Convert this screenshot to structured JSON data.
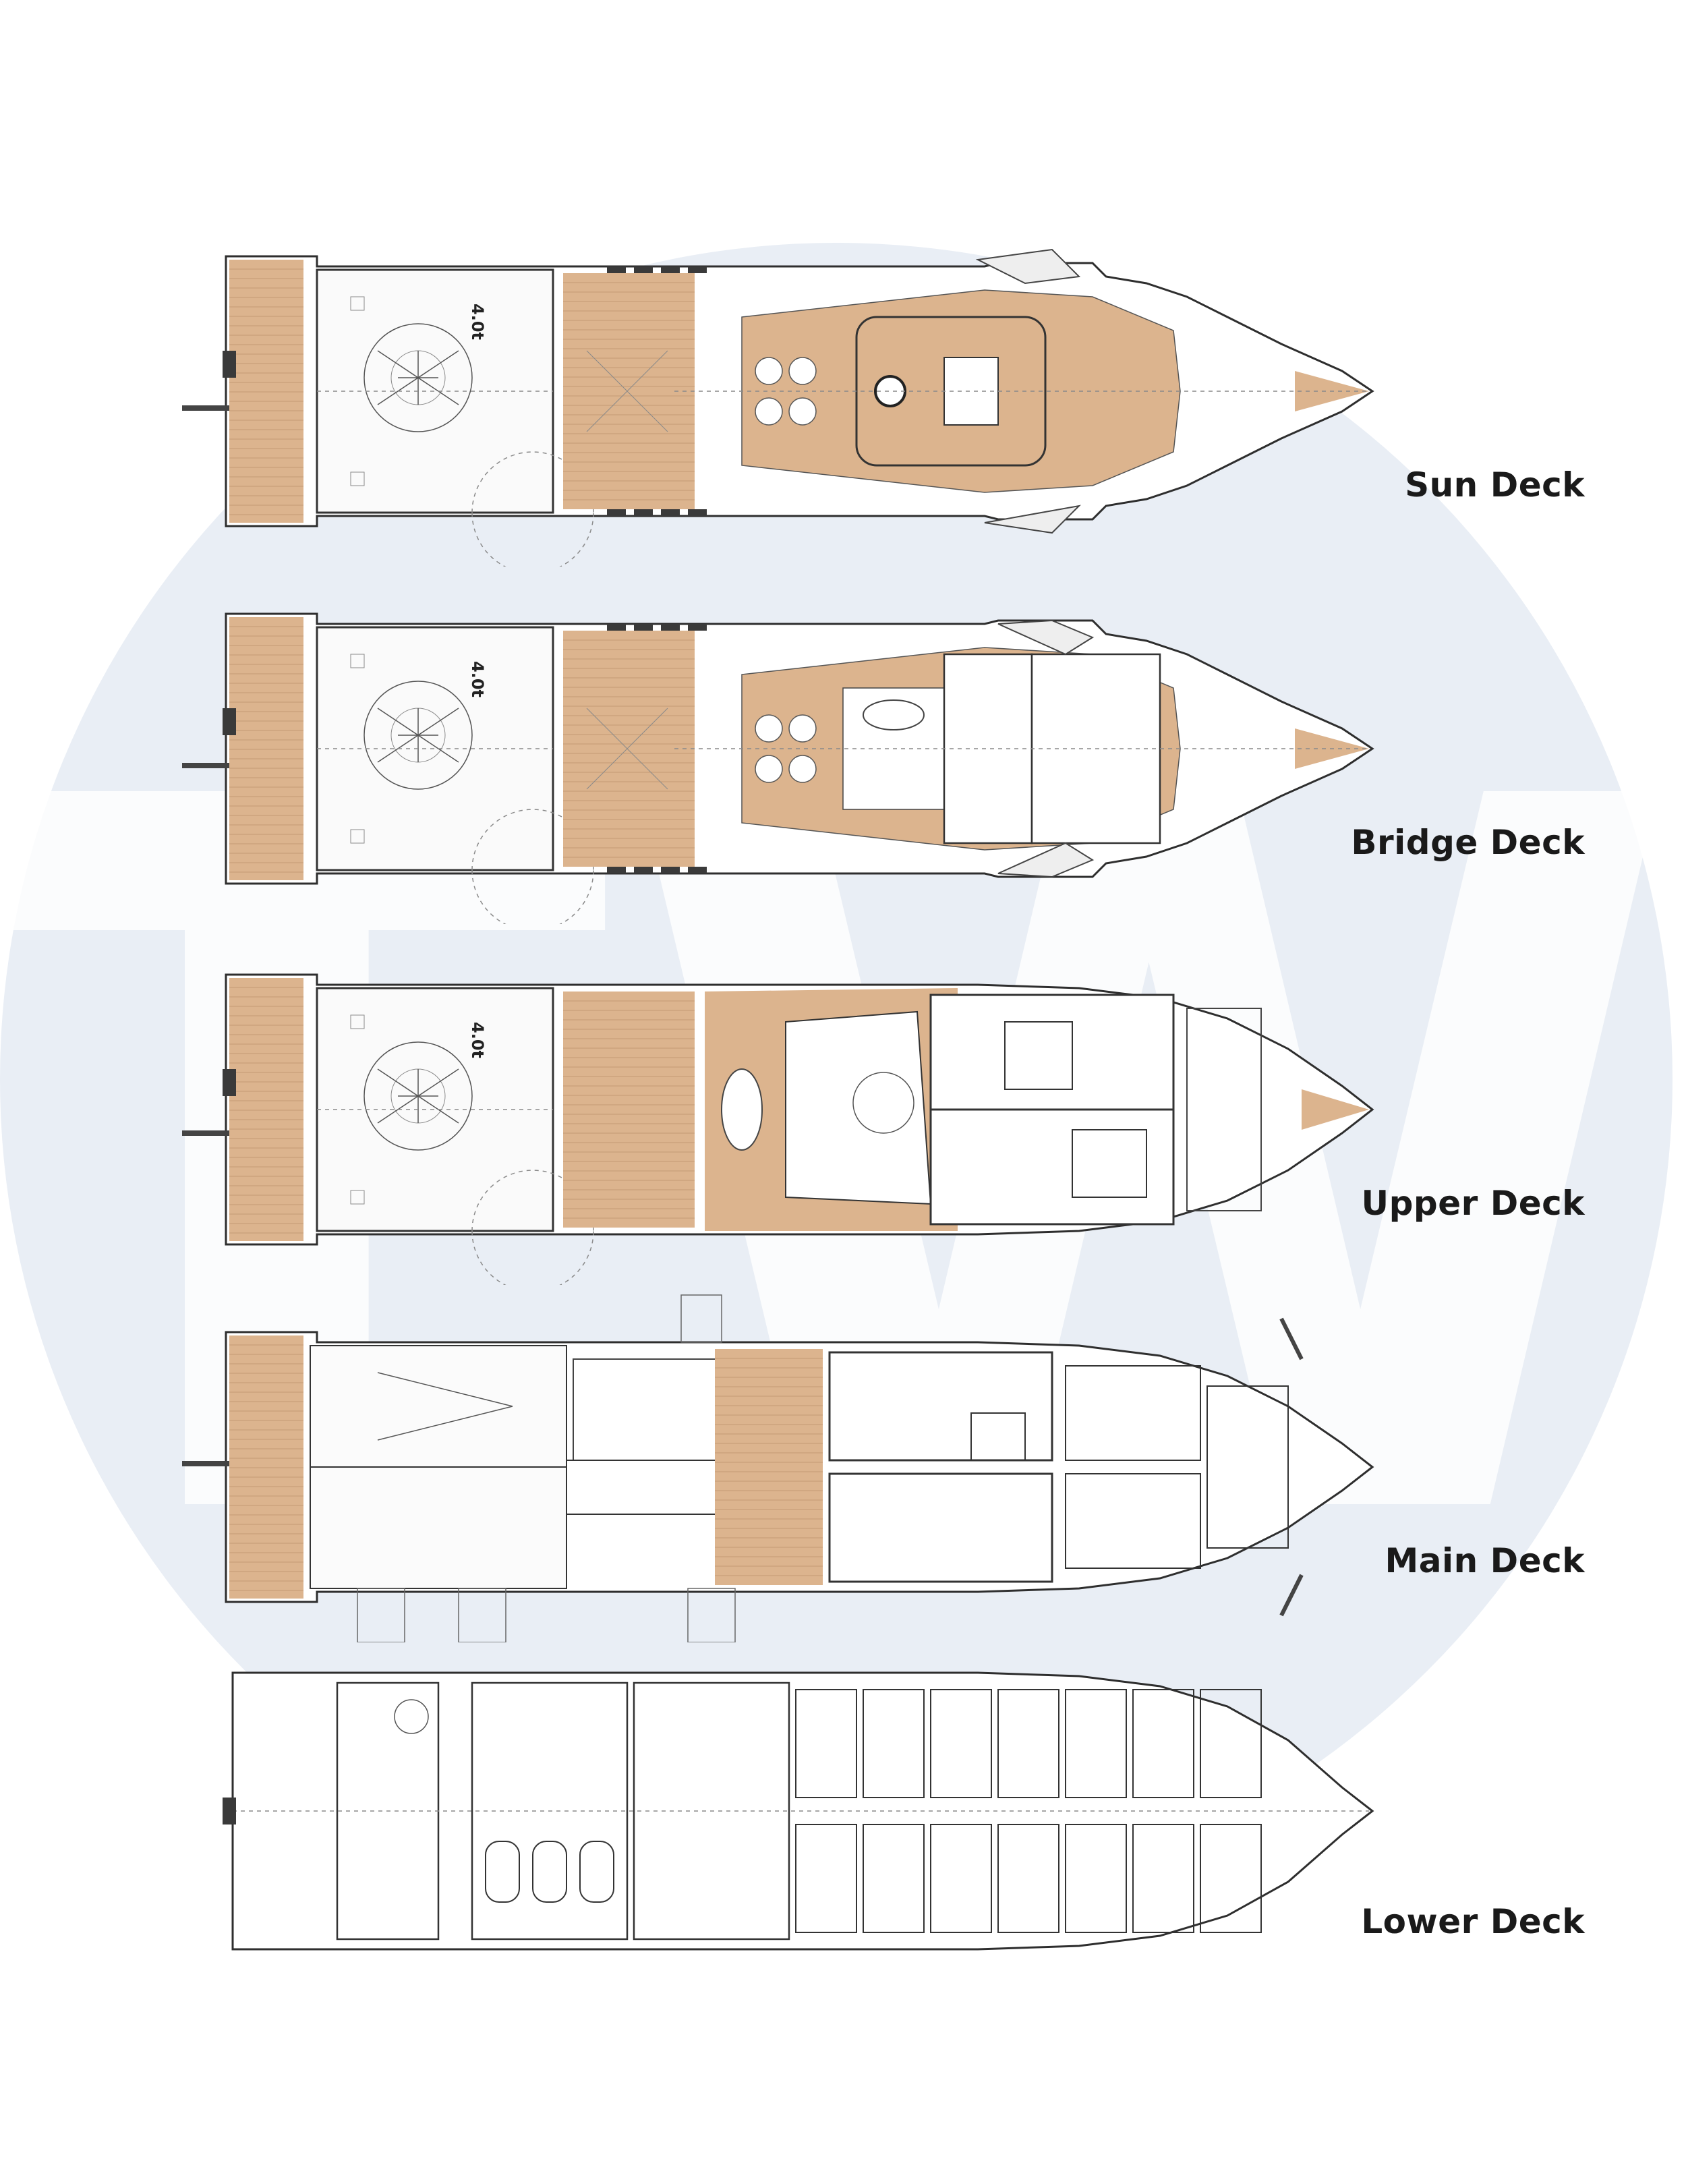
{
  "watermark": {
    "text": "TW",
    "color": "#e9eef5"
  },
  "decks": [
    {
      "label": "Sun Deck",
      "helipad_load": "4.0t"
    },
    {
      "label": "Bridge Deck",
      "helipad_load": "4.0t"
    },
    {
      "label": "Upper Deck",
      "helipad_load": "4.0t"
    },
    {
      "label": "Main Deck"
    },
    {
      "label": "Lower Deck"
    }
  ],
  "colors": {
    "teak": "#dcb48e",
    "line": "#2e2e2e",
    "background": "#ffffff"
  }
}
